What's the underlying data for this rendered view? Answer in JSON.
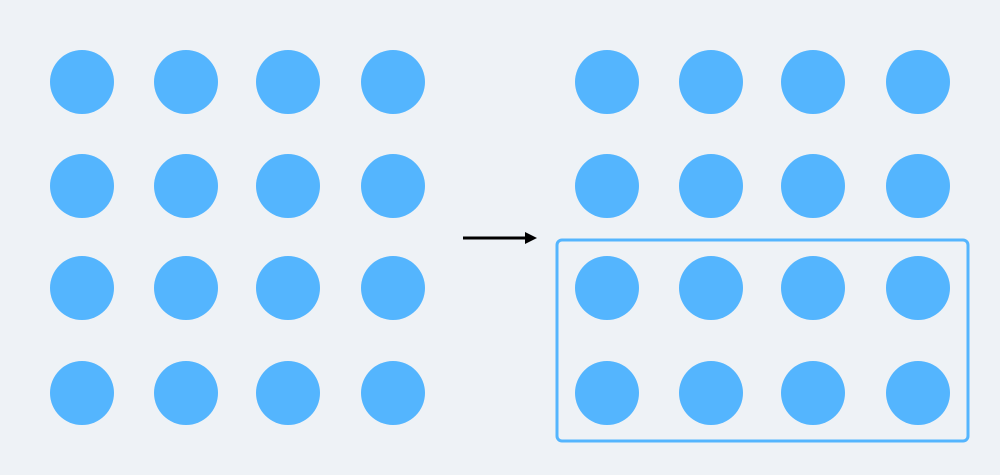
{
  "colors": {
    "background": "#eef2f6",
    "dot": "#54b5fe",
    "highlight_border": "#54b5fe",
    "arrow": "#000000"
  },
  "left_grid": {
    "rows": 4,
    "cols": 4
  },
  "right_grid": {
    "rows": 4,
    "cols": 4,
    "highlighted_rows": [
      2,
      3
    ]
  },
  "arrow": {
    "direction": "right"
  }
}
